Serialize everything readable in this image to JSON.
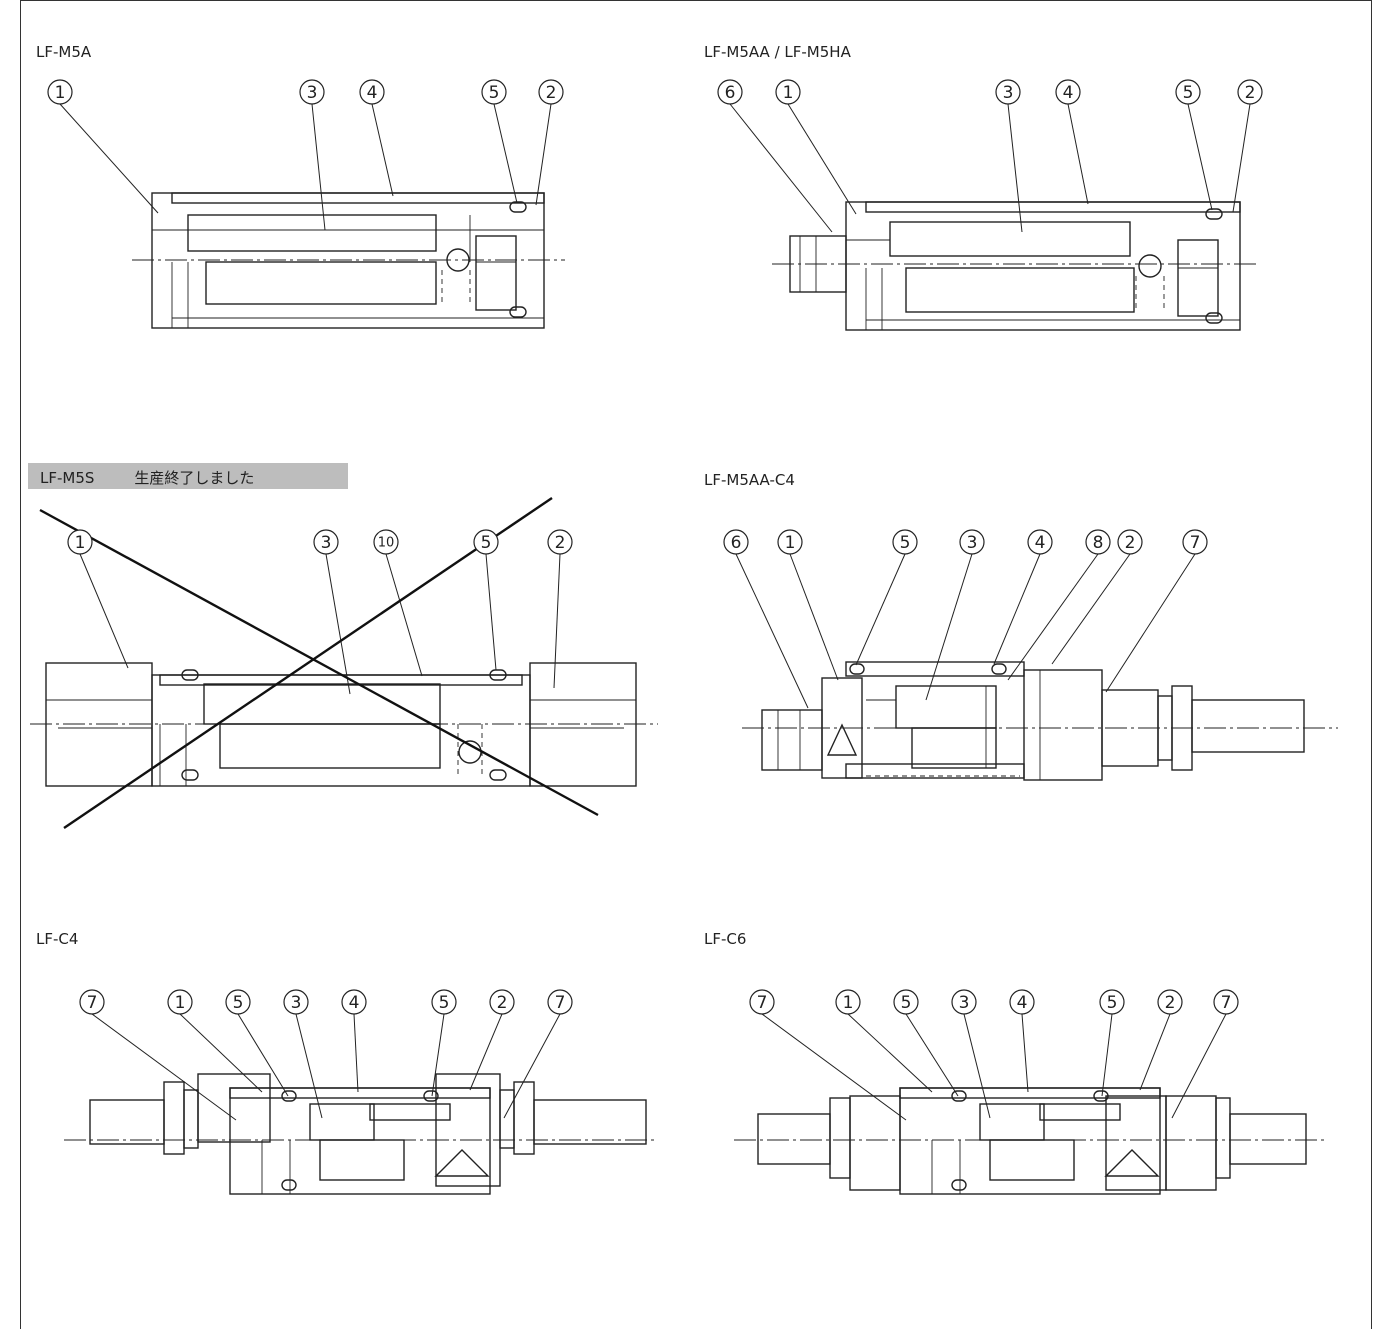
{
  "panels": {
    "p1": {
      "title": "LF-M5A",
      "labels": [
        "1",
        "3",
        "4",
        "5",
        "2"
      ]
    },
    "p2": {
      "title": "LF-M5AA / LF-M5HA",
      "labels": [
        "6",
        "1",
        "3",
        "4",
        "5",
        "2"
      ]
    },
    "p3": {
      "title": "LF-M5S",
      "note": "生産終了しました",
      "labels": [
        "1",
        "3",
        "10",
        "5",
        "2"
      ]
    },
    "p4": {
      "title": "LF-M5AA-C4",
      "labels": [
        "6",
        "1",
        "5",
        "3",
        "4",
        "8",
        "2",
        "7"
      ]
    },
    "p5": {
      "title": "LF-C4",
      "labels": [
        "7",
        "1",
        "5",
        "3",
        "4",
        "5",
        "2",
        "7"
      ]
    },
    "p6": {
      "title": "LF-C6",
      "labels": [
        "7",
        "1",
        "5",
        "3",
        "4",
        "5",
        "2",
        "7"
      ]
    }
  },
  "colors": {
    "line": "#222222",
    "banner": "#bdbdbd",
    "background": "#ffffff"
  }
}
